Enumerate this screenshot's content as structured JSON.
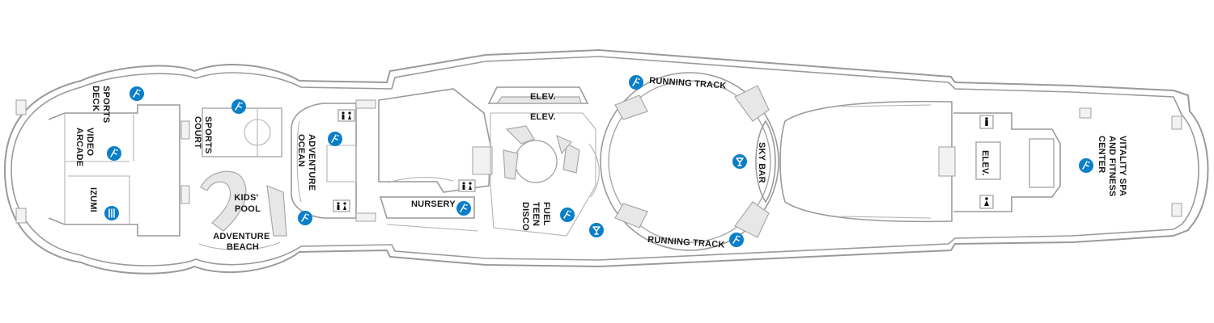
{
  "deck_map": {
    "labels": {
      "sports_deck": [
        "SPORTS",
        "DECK"
      ],
      "video_arcade": [
        "VIDEO",
        "ARCADE"
      ],
      "izumi": [
        "IZUMI"
      ],
      "sports_court": [
        "SPORTS",
        "COURT"
      ],
      "kids_pool": [
        "KIDS'",
        "POOL"
      ],
      "adventure_beach": [
        "ADVENTURE",
        "BEACH"
      ],
      "adventure_ocean": [
        "ADVENTURE",
        "OCEAN"
      ],
      "nursery": "NURSERY",
      "elev_1": "ELEV.",
      "elev_2": "ELEV.",
      "fuel_teen_disco": [
        "FUEL",
        "TEEN",
        "DISCO"
      ],
      "running_track_top": "RUNNING TRACK",
      "running_track_bottom": "RUNNING TRACK",
      "sky_bar": "SKY BAR",
      "elev_3": "ELEV.",
      "vitality_spa": [
        "VITALITY SPA",
        "AND FITNESS",
        "CENTER"
      ]
    },
    "colors": {
      "icon_blue": "#0a7fc9",
      "outline_grey": "#9a9a9a"
    },
    "icon_types": {
      "activity": "activity-icon",
      "dining": "dining-icon",
      "bar": "bar-icon",
      "restroom": "restroom-icon"
    }
  }
}
